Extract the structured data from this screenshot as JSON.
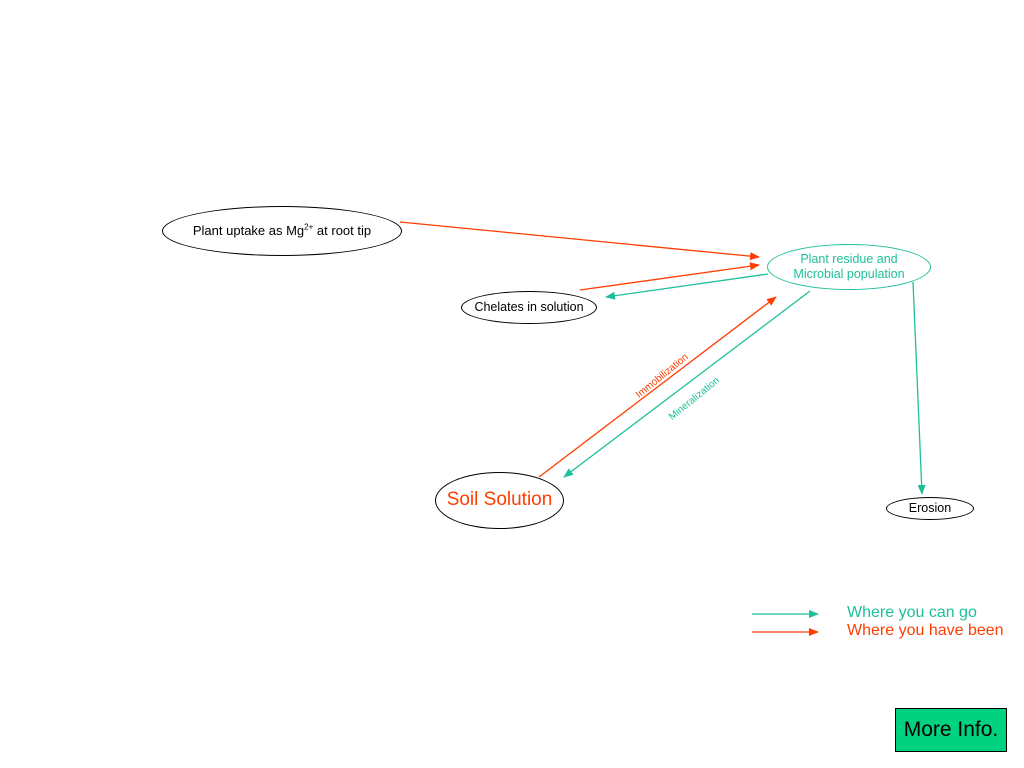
{
  "colors": {
    "go": "#1dbf9a",
    "been": "#ff3d00",
    "button_bg": "#00d27f"
  },
  "nodes": {
    "uptake": {
      "text_before": "Plant uptake as Mg",
      "superscript": "2+",
      "text_after": " at root tip"
    },
    "residue": {
      "line1": "Plant residue and",
      "line2": "Microbial population"
    },
    "chelates": {
      "label": "Chelates in solution"
    },
    "soil": {
      "label": "Soil Solution"
    },
    "erosion": {
      "label": "Erosion"
    }
  },
  "edge_labels": {
    "immobilization": "Immobilization",
    "mineralization": "Mineralization"
  },
  "legend": {
    "can_go": "Where you can go",
    "have_been": "Where you have been"
  },
  "more_info": {
    "label": "More Info."
  }
}
